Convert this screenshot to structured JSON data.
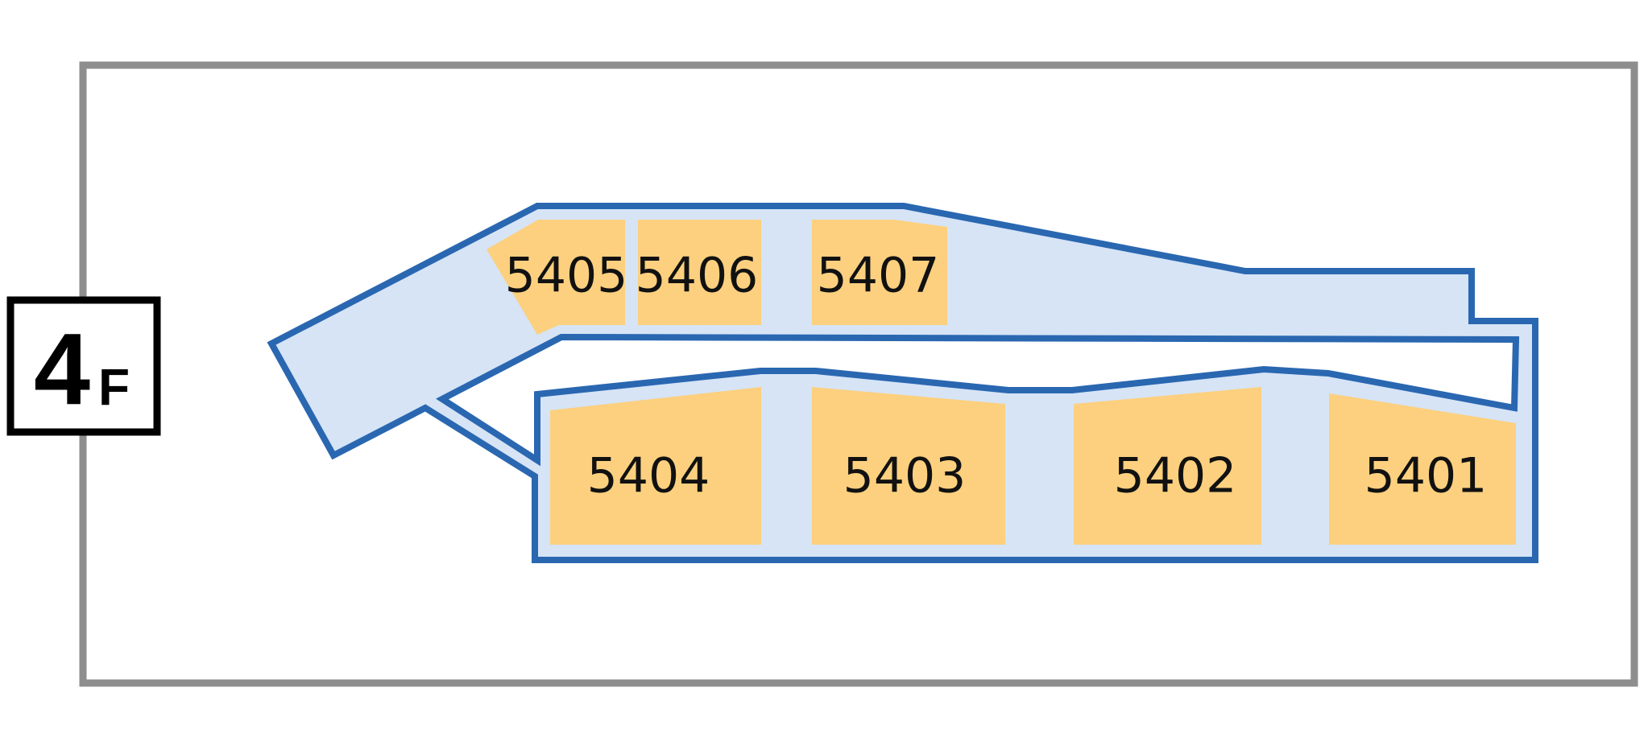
{
  "floor": {
    "number": "4",
    "suffix": "F"
  },
  "rooms": [
    {
      "id": "room-5405",
      "label": "5405"
    },
    {
      "id": "room-5406",
      "label": "5406"
    },
    {
      "id": "room-5407",
      "label": "5407"
    },
    {
      "id": "room-5404",
      "label": "5404"
    },
    {
      "id": "room-5403",
      "label": "5403"
    },
    {
      "id": "room-5402",
      "label": "5402"
    },
    {
      "id": "room-5401",
      "label": "5401"
    }
  ],
  "colors": {
    "building_outline": "#8e8e8e",
    "corridor_fill": "#d6e4f6",
    "corridor_stroke": "#2a67b1",
    "room_fill": "#fcd07e",
    "badge_border": "#000000"
  }
}
